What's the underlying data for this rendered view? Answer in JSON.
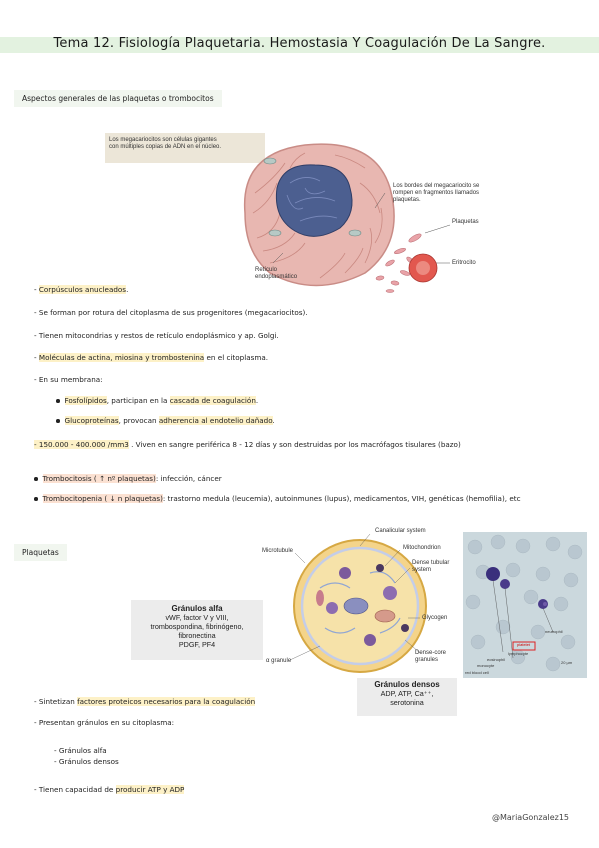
{
  "title": "Tema 12. Fisiología Plaquetaria. Hemostasia Y Coagulación De La Sangre.",
  "section1": "Aspectos generales de las plaquetas o trombocitos",
  "fig1": {
    "caption_top": [
      "Los megacariocitos son células gigantes",
      "con múltiples copias de ADN en el núcleo."
    ],
    "caption_right": [
      "Los bordes del megacariocito se",
      "rompen en fragmentos llamados",
      "plaquetas."
    ],
    "label_plaquetas": "Plaquetas",
    "label_eritrocito": "Eritrocito",
    "label_reticulo": [
      "Retículo",
      "endoplasmático"
    ]
  },
  "bullets1": [
    {
      "pre": "- ",
      "hl": "Corpúsculos anucleados",
      "post": "."
    },
    {
      "pre": "- Se forman por rotura del citoplasma de sus progenitores (megacariocitos).",
      "hl": "",
      "post": ""
    },
    {
      "pre": "- Tienen mitocondrias y restos de retículo endoplásmico y ap. Golgi.",
      "hl": "",
      "post": ""
    },
    {
      "pre": "- ",
      "hl": "Moléculas de actina, miosina y trombostenina",
      "post": " en el citoplasma."
    },
    {
      "pre": "- En su membrana:",
      "hl": "",
      "post": ""
    }
  ],
  "membrana": [
    {
      "hl": "Fosfolípidos",
      "mid": ", participan en la ",
      "hl2": "cascada de coagulación",
      "post": "."
    },
    {
      "hl": "Glucoproteínas",
      "mid": ", provocan ",
      "hl2": "adherencia al endotelio dañado",
      "post": "."
    }
  ],
  "count_line": {
    "hl": "- 150.000 - 400.000 /mm3",
    "post": " . Viven en sangre periférica 8 - 12 días y son destruidas por los macrófagos tisulares (bazo)"
  },
  "trombo": [
    {
      "hl": "Trombocitosis ( ↑ nº plaquetas)",
      "post": ": infección, cáncer"
    },
    {
      "hl": "Trombocitopenia ( ↓ n plaquetas)",
      "post": ": trastorno medula (leucemia), autoinmunes (lupus), medicamentos, VIH, genéticas (hemofilia), etc"
    }
  ],
  "section2": "Plaquetas",
  "fig2": {
    "labels": {
      "canalicular": "Canalicular system",
      "mito": "Mitochondrion",
      "dense_tubular": [
        "Dense tubular",
        "system"
      ],
      "microtubule": "Microtubule",
      "glycogen": "Glycogen",
      "dense_core": [
        "Dense-core",
        "granules"
      ],
      "a_granule": "α granule"
    },
    "alfa_box": {
      "title": "Gránulos alfa",
      "lines": [
        "vWF, factor V y VIII,",
        "trombospondina, fibrinógeno,",
        "fibronectina",
        "PDGF, PF4"
      ]
    },
    "densos_box": {
      "title": "Gránulos densos",
      "lines": [
        "ADP, ATP, Ca⁺⁺,",
        "serotonina"
      ]
    }
  },
  "micro": {
    "labels": [
      "neutrophil",
      "platelet",
      "lymphocyte",
      "eosinophil",
      "monocyte",
      "red blood cell"
    ],
    "scale": "20 µm"
  },
  "bullets2": [
    {
      "pre": "- Sintetizan ",
      "hl": "factores proteicos necesarios para la coagulación",
      "post": ""
    },
    {
      "pre": "- Presentan gránulos en su citoplasma:",
      "hl": "",
      "post": ""
    }
  ],
  "granulos": [
    "- Gránulos alfa",
    "- Gránulos densos"
  ],
  "atp_line": {
    "pre": "- Tienen capacidad de ",
    "hl": "producir ATP y ADP",
    "post": ""
  },
  "footer": "@MariaGonzalez15",
  "colors": {
    "title_band": "#e3f2e0",
    "highlight_yellow": "#fdf1c7",
    "highlight_peach": "#fbe1d2",
    "section_bg": "#f1f6ef"
  }
}
